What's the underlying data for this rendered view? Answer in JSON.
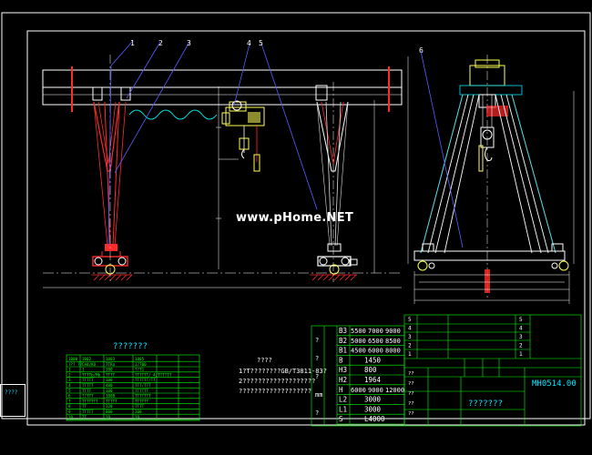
{
  "watermark": "www.pHome.NET",
  "balloons": [
    "1",
    "2",
    "3",
    "4",
    "5",
    "6"
  ],
  "parts_table": {
    "title": "???????",
    "rows": [
      [
        "1000",
        "1002",
        "1003",
        "1005"
      ],
      [
        "??? ??",
        "CH4/KO",
        "TTRo",
        "17700"
      ],
      [
        "1",
        "1",
        "100",
        "??T1"
      ],
      [
        "2",
        "TTTTb/Mb",
        "TTTT",
        "TTTTTT/ 4/TTTTTT"
      ],
      [
        "3",
        "TTTTT",
        "100",
        "TTTTTT/TT"
      ],
      [
        "4",
        "TTTTT",
        "400",
        "TTT/TTT"
      ],
      [
        "5",
        "TTTT",
        "100",
        "TTTTTT"
      ],
      [
        "6",
        "??TTT",
        "1000",
        "TTTTTTT"
      ],
      [
        "7",
        "TTTTTTT",
        "TTTTT",
        "TTTTTT"
      ],
      [
        "8",
        "TT",
        "320",
        "TTTT"
      ],
      [
        "9",
        "TTTTT",
        "800",
        "200"
      ],
      [
        "10",
        "TT",
        "10",
        "10"
      ]
    ]
  },
  "notes": {
    "title": "????",
    "lines": [
      "1?T????????GB/T3811-83?",
      "2???????????????????",
      "???????????????????"
    ]
  },
  "dims_table": {
    "rows": [
      {
        "key": "B3",
        "values": [
          "5500",
          "7000",
          "9000"
        ]
      },
      {
        "key": "B2",
        "values": [
          "5000",
          "6500",
          "8500"
        ]
      },
      {
        "key": "B1",
        "values": [
          "4500",
          "6000",
          "8000"
        ]
      },
      {
        "key": "B",
        "values": [
          "1450"
        ]
      },
      {
        "key": "H3",
        "values": [
          "800"
        ]
      },
      {
        "key": "H2",
        "values": [
          "1964"
        ]
      },
      {
        "key": "H",
        "values": [
          "6000",
          "9000",
          "12000"
        ]
      },
      {
        "key": "L2",
        "values": [
          "3000"
        ]
      },
      {
        "key": "L1",
        "values": [
          "3000"
        ]
      },
      {
        "key": "S",
        "values": [
          "L4000"
        ]
      }
    ],
    "left_marks": [
      "?",
      "?",
      "?",
      "mm",
      "?"
    ]
  },
  "title_block": {
    "parts_list_rows": [
      "5",
      "4",
      "3",
      "2",
      "1"
    ],
    "drawing_title": "???????",
    "drawing_no": "MH0514.00",
    "sub_labels": [
      "??",
      "??",
      "??",
      "??",
      "??"
    ]
  },
  "side_box": "????",
  "colors": {
    "background": "#000000",
    "frame": "#ffffff",
    "table_lines": "#00ff00",
    "title_text": "#00e6ff",
    "leg_outline": "#ff2a2a",
    "leader_lines": "#5a5aff",
    "wave_line": "#00e0e0",
    "hoist": "#ffff55"
  }
}
